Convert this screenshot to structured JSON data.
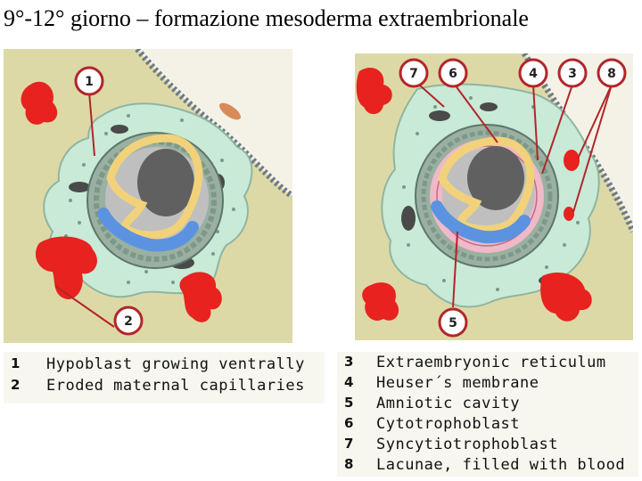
{
  "title": "9°-12° giorno – formazione mesoderma extraembrionale",
  "left_callouts": [
    "1",
    "2"
  ],
  "right_callouts": [
    "7",
    "6",
    "4",
    "3",
    "8",
    "5"
  ],
  "legend_left": [
    {
      "num": "1",
      "text": "Hypoblast growing ventrally"
    },
    {
      "num": "2",
      "text": "Eroded maternal capillaries"
    }
  ],
  "legend_right": [
    {
      "num": "3",
      "text": "Extraembryonic reticulum"
    },
    {
      "num": "4",
      "text": "Heuser´s membrane"
    },
    {
      "num": "5",
      "text": "Amniotic cavity"
    },
    {
      "num": "6",
      "text": "Cytotrophoblast"
    },
    {
      "num": "7",
      "text": "Syncytiotrophoblast"
    },
    {
      "num": "8",
      "text": "Lacunae, filled with blood"
    }
  ],
  "colors": {
    "background_tissue": "#ddd9a6",
    "syncytiotrophoblast": "#c8ead6",
    "cytotrophoblast": "#9ab0a0",
    "epiblast": "#f1d27a",
    "hypoblast": "#5b93e0",
    "blood": "#e8221e",
    "heuser_membrane": "#efb9c8",
    "callout_line": "#b2262a"
  }
}
